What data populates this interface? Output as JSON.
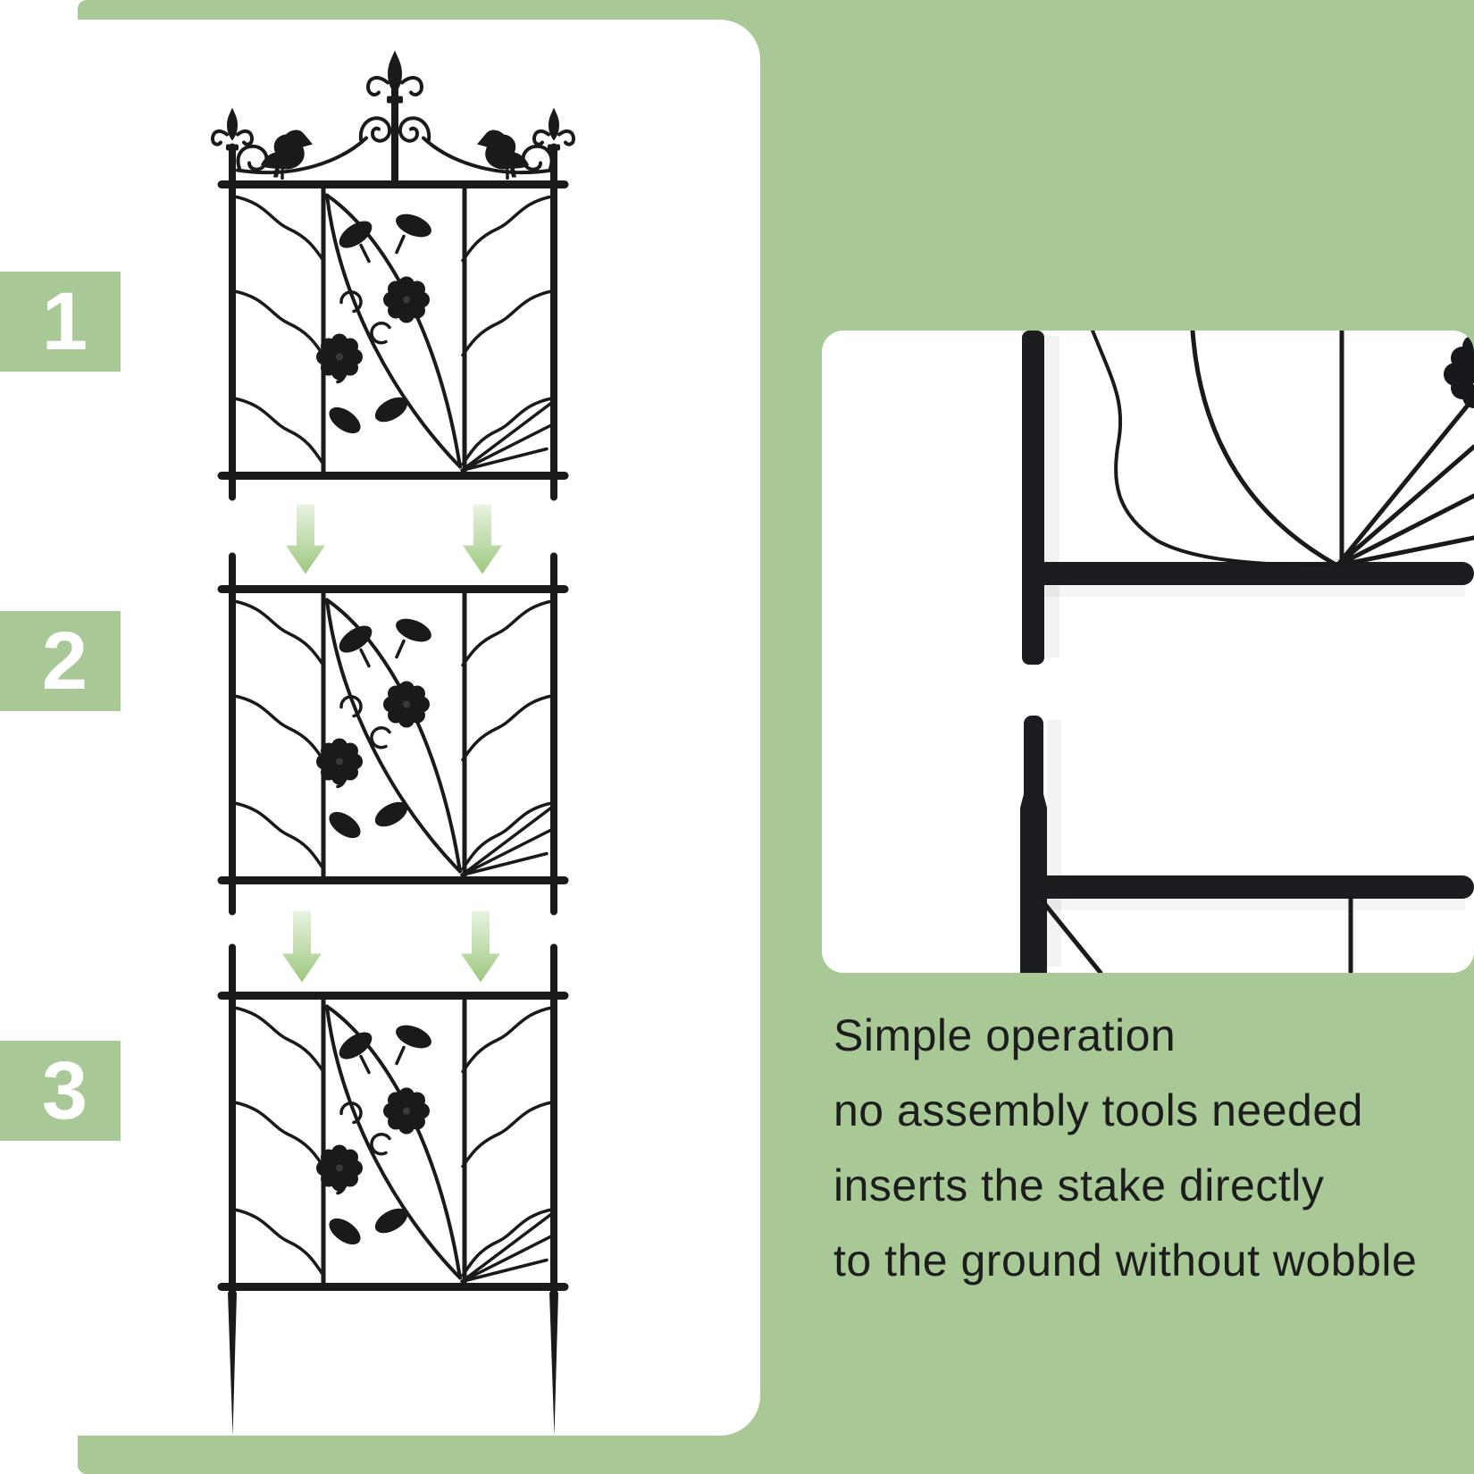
{
  "colors": {
    "page_white": "#ffffff",
    "background_green": "#a8c995",
    "panel_white": "#ffffff",
    "badge_green": "#a8c995",
    "badge_number_white": "#ffffff",
    "metal_black": "#1a1a1a",
    "arrow_gradient_top": "#e9f3e2",
    "arrow_gradient_bottom": "#9dc77e",
    "text_black": "#1d1d1d"
  },
  "steps": [
    {
      "number": "1"
    },
    {
      "number": "2"
    },
    {
      "number": "3"
    }
  ],
  "icons": {
    "assembly_arrow": "down-arrow",
    "trellis_top_ornaments": [
      "fleur-de-lis",
      "bird",
      "scroll"
    ],
    "trellis_panel_motifs": [
      "flower-rosette",
      "leaf",
      "spiral",
      "wavy-wire"
    ]
  },
  "caption": {
    "lines": [
      "Simple operation",
      "no assembly tools needed",
      "inserts the stake directly",
      "to the ground without wobble"
    ]
  }
}
